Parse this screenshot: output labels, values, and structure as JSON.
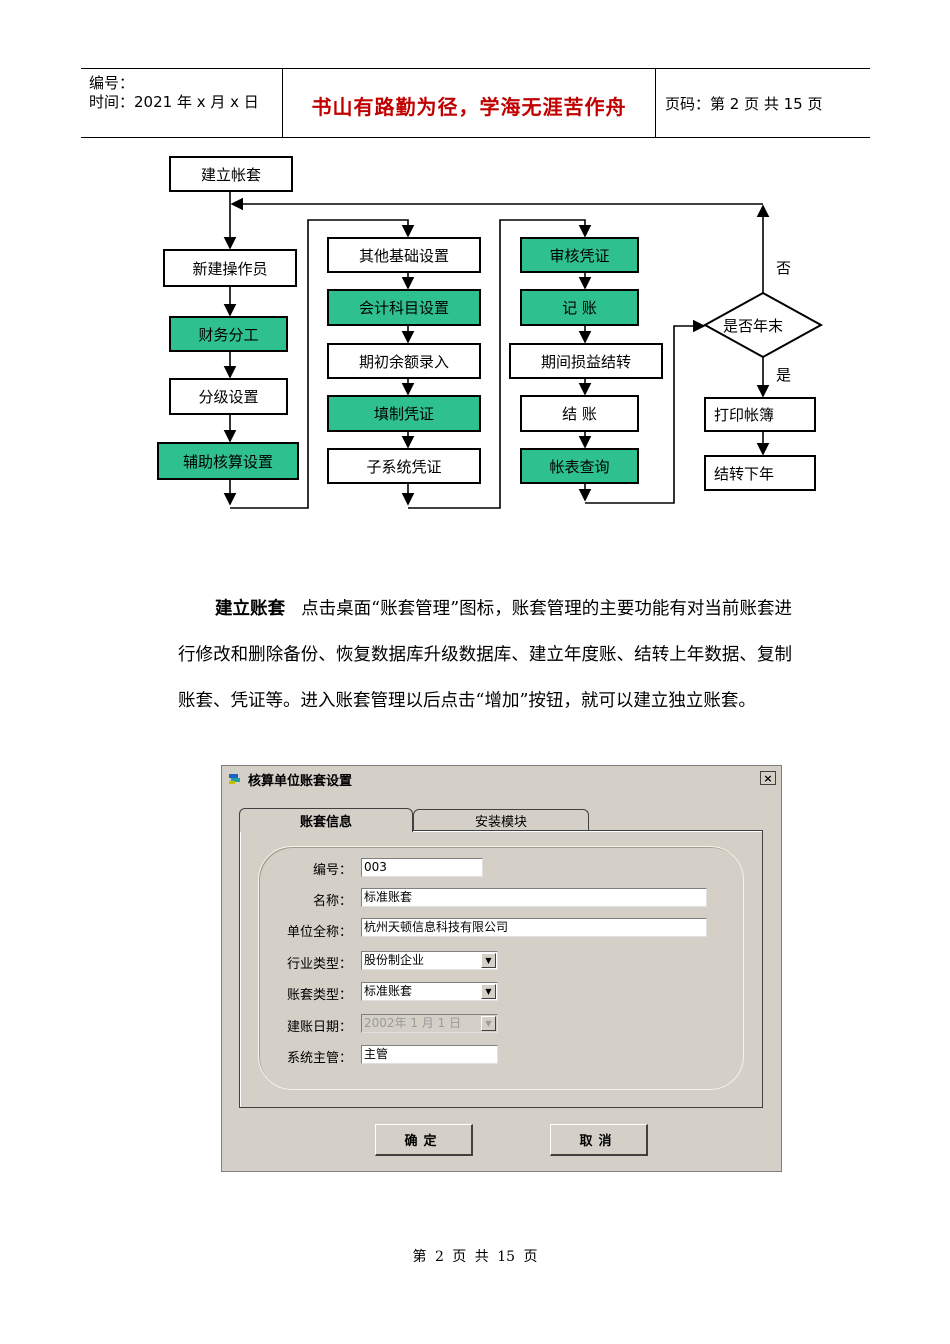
{
  "header": {
    "number_label": "编号：",
    "time_label": "时间：2021 年 x 月 x 日",
    "motto": "书山有路勤为径，学海无涯苦作舟",
    "page_info": "页码：第 2 页  共 15 页"
  },
  "flowchart": {
    "start": "建立帐套",
    "col1": [
      "新建操作员",
      "财务分工",
      "分级设置",
      "辅助核算设置"
    ],
    "col2": [
      "其他基础设置",
      "会计科目设置",
      "期初余额录入",
      "填制凭证",
      "子系统凭证"
    ],
    "col3": [
      "审核凭证",
      "记  账",
      "期间损益结转",
      "结  账",
      "帐表查询"
    ],
    "decision": "是否年末",
    "no_label": "否",
    "yes_label": "是",
    "col4": [
      "打印帐簿",
      "结转下年"
    ],
    "highlight_color": "#2fc08f"
  },
  "paragraph": {
    "lead": "建立账套",
    "body": "点击桌面“账套管理”图标，账套管理的主要功能有对当前账套进行修改和删除备份、恢复数据库升级数据库、建立年度账、结转上年数据、复制账套、凭证等。进入账套管理以后点击“增加”按钮，就可以建立独立账套。"
  },
  "dialog": {
    "title": "核算单位账套设置",
    "close": "×",
    "tabs": [
      "账套信息",
      "安装模块"
    ],
    "fields": {
      "code_label": "编号：",
      "code_value": "003",
      "name_label": "名称：",
      "name_value": "标准账套",
      "company_label": "单位全称：",
      "company_value": "杭州天顿信息科技有限公司",
      "industry_label": "行业类型：",
      "industry_value": "股份制企业",
      "book_type_label": "账套类型：",
      "book_type_value": "标准账套",
      "date_label": "建账日期：",
      "date_value": "2002年 1 月 1 日",
      "manager_label": "系统主管：",
      "manager_value": "主管"
    },
    "ok_button": "确定",
    "cancel_button": "取消"
  },
  "footer": "第 2 页 共 15 页"
}
